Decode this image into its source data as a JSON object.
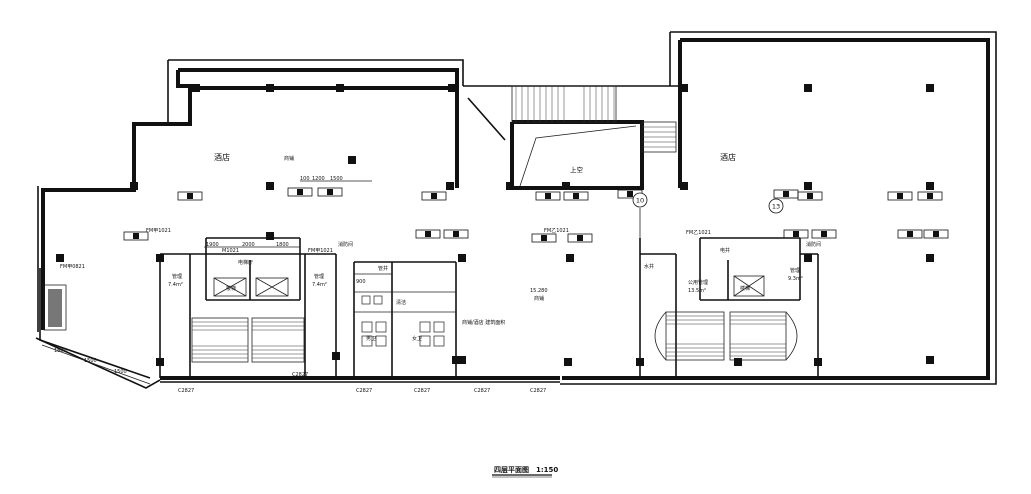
{
  "drawing": {
    "title": "四层平面图",
    "scale": "1:150"
  },
  "rooms": {
    "hotel_left": "酒店",
    "hotel_right": "酒店",
    "upper": "上空",
    "shop": "商铺",
    "shop_2": "商铺",
    "elevation": "15.280",
    "mgmt_left": "管理",
    "mgmt_left_area": "7.4m²",
    "mgmt_left2": "管理",
    "mgmt_left2_area": "7.4m²",
    "elev_room": "电梯厅",
    "mgmt_right": "管理",
    "mgmt_right_area": "9.3m²",
    "public_mgmt": "公用管理",
    "public_mgmt_area": "13.5m²",
    "women": "女卫",
    "men": "男卫",
    "toilet_a": "清洁",
    "toilet_b": "管井",
    "stair_a": "楼梯",
    "stair_b": "楼梯",
    "fire_left": "消防间",
    "fire_right": "消防间",
    "water": "水井",
    "elec": "电井",
    "shop_area_note": "商铺/酒店 建筑面积"
  },
  "axes": {
    "axis_10": "10",
    "axis_13": "13"
  },
  "doors": {
    "fm1": "FM甲1021",
    "fm2": "FM甲1021",
    "fm3": "FM乙1021",
    "fm4": "FM乙1021",
    "fm5": "FM甲0821",
    "m1": "M1021",
    "c1": "C2827",
    "c2": "C2827",
    "c3": "C2827",
    "c4": "C2827",
    "c5": "C2827",
    "c6": "C2827"
  },
  "dims": {
    "d1": "100",
    "d2": "1200",
    "d3": "1500",
    "d4": "1900",
    "d5": "2000",
    "d6": "1800",
    "d7": "900",
    "d8": "1500",
    "d9": "1500",
    "d10": "1500"
  }
}
